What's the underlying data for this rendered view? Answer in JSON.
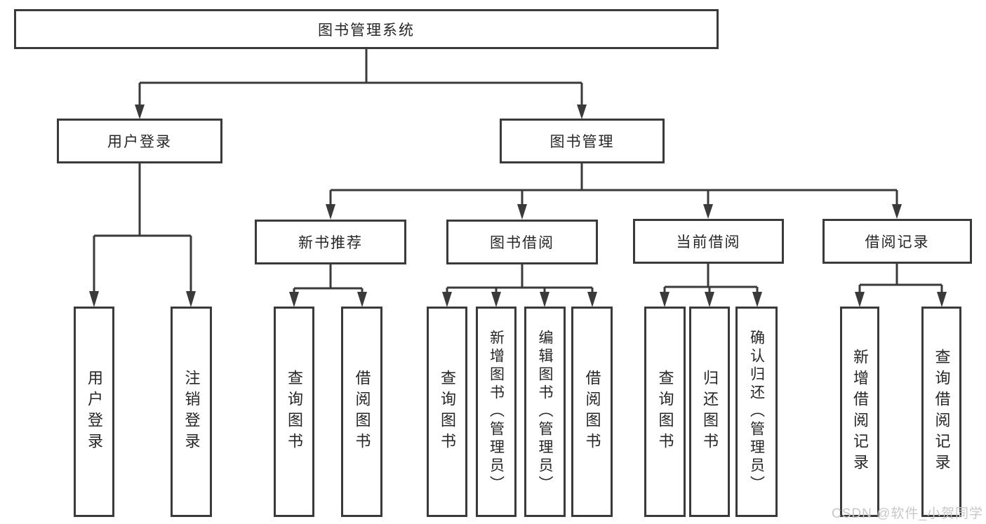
{
  "diagram": {
    "root": {
      "label": "图书管理系统",
      "children": [
        {
          "label": "用户登录",
          "children": [
            {
              "label": "用户登录"
            },
            {
              "label": "注销登录"
            }
          ]
        },
        {
          "label": "图书管理",
          "children": [
            {
              "label": "新书推荐",
              "children": [
                {
                  "label": "查询图书"
                },
                {
                  "label": "借阅图书"
                }
              ]
            },
            {
              "label": "图书借阅",
              "children": [
                {
                  "label": "查询图书"
                },
                {
                  "label": "新增图书（管理员）"
                },
                {
                  "label": "编辑图书（管理员）"
                },
                {
                  "label": "借阅图书"
                }
              ]
            },
            {
              "label": "当前借阅",
              "children": [
                {
                  "label": "查询图书"
                },
                {
                  "label": "归还图书"
                },
                {
                  "label": "确认归还（管理员）"
                }
              ]
            },
            {
              "label": "借阅记录",
              "children": [
                {
                  "label": "新增借阅记录"
                },
                {
                  "label": "查询借阅记录"
                }
              ]
            }
          ]
        }
      ]
    }
  },
  "watermark": {
    "text": "CSDN @软件_小贺同学"
  },
  "colors": {
    "line": "#3a3a3a",
    "border": "#3a3a3a",
    "text": "#262626",
    "background": "#ffffff",
    "watermark": "#c8c8c8"
  }
}
